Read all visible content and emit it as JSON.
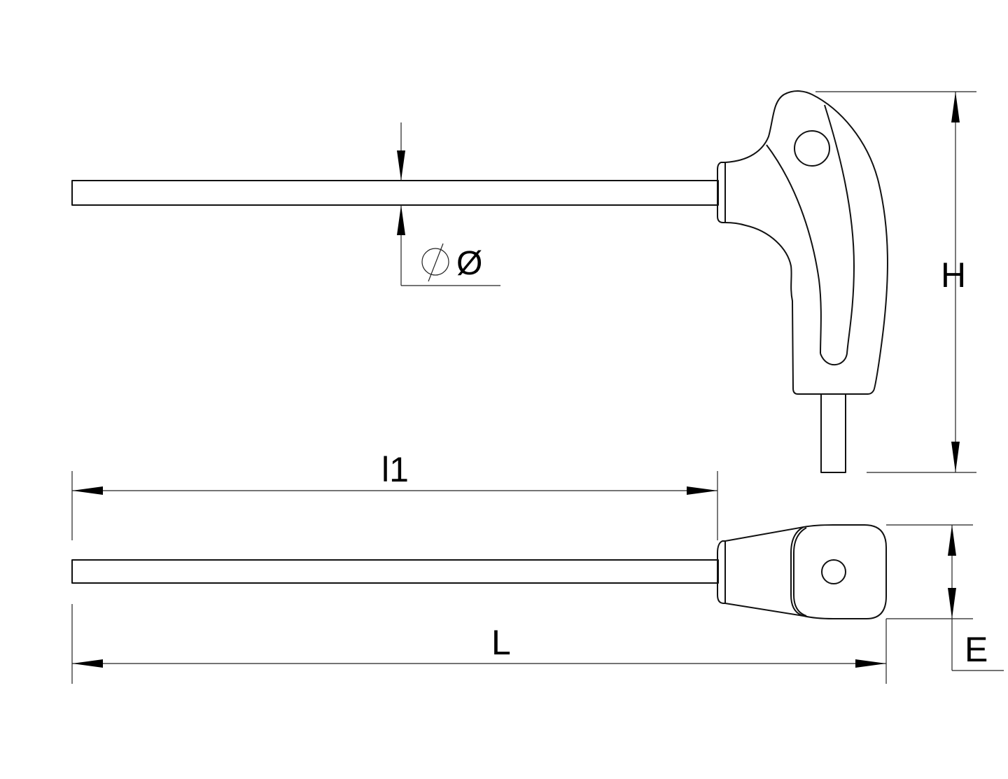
{
  "drawing": {
    "subject": "T-handle hex key technical drawing",
    "views": [
      "side-view",
      "top-view"
    ],
    "colors": {
      "line": "#111111",
      "background": "#ffffff"
    }
  },
  "dimensions": {
    "diameter": {
      "symbol": "⌀",
      "label": "Ø"
    },
    "height": {
      "label": "H"
    },
    "shaft_length": {
      "label": "l1"
    },
    "overall_length": {
      "label": "L"
    },
    "handle_thickness": {
      "label": "E"
    }
  }
}
